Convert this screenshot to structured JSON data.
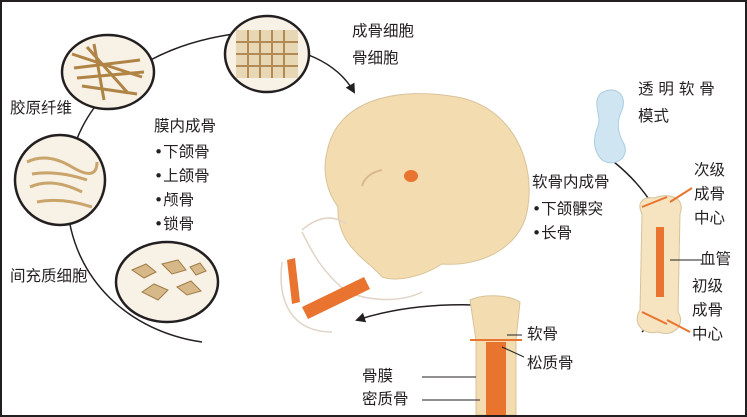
{
  "labels": {
    "osteoblast": "成骨细胞",
    "osteocyte": "骨细胞",
    "collagen_fiber": "胶原纤维",
    "mesenchymal_cell": "间充质细胞",
    "intramembranous_title": "膜内成骨",
    "intramembranous_items": [
      "•下颌骨",
      "•上颌骨",
      "•颅骨",
      "•锁骨"
    ],
    "hyaline_line1": "透 明 软 骨",
    "hyaline_line2": "模式",
    "endochondral_title": "软骨内成骨",
    "endochondral_items": [
      "•下颌髁突",
      "•长骨"
    ],
    "secondary_center": [
      "次级",
      "成骨",
      "中心"
    ],
    "blood_vessel": "血管",
    "primary_center": [
      "初级",
      "成骨",
      "中心"
    ],
    "cartilage": "软骨",
    "spongy_bone": "松质骨",
    "periosteum": "骨膜",
    "compact_bone": "密质骨"
  },
  "colors": {
    "skull": "#f4dfb8",
    "bone_orange": "#e8742f",
    "cartilage_blue": "#cfe6f2",
    "fiber": "#c9a46b",
    "outline": "#231f20"
  }
}
